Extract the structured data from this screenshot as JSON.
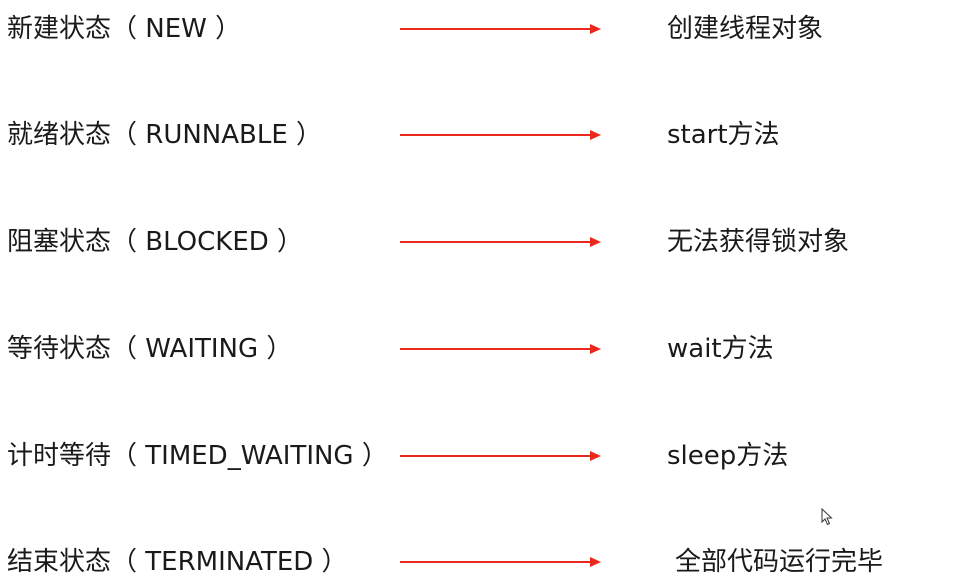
{
  "rows": [
    {
      "state": "新建状态（ NEW ）",
      "desc": "创建线程对象"
    },
    {
      "state": "就绪状态（ RUNNABLE ）",
      "desc": "start方法"
    },
    {
      "state": "阻塞状态（ BLOCKED ）",
      "desc": "无法获得锁对象"
    },
    {
      "state": "等待状态（ WAITING ）",
      "desc": "wait方法"
    },
    {
      "state": "计时等待（ TIMED_WAITING ）",
      "desc": "sleep方法"
    },
    {
      "state": "结束状态（ TERMINATED ）",
      "desc": "全部代码运行完毕"
    }
  ],
  "colors": {
    "arrow": "#e8291c",
    "text": "#1a1a1a"
  },
  "icons": {
    "arrow": "right-arrow-icon",
    "cursor": "mouse-pointer-icon"
  }
}
